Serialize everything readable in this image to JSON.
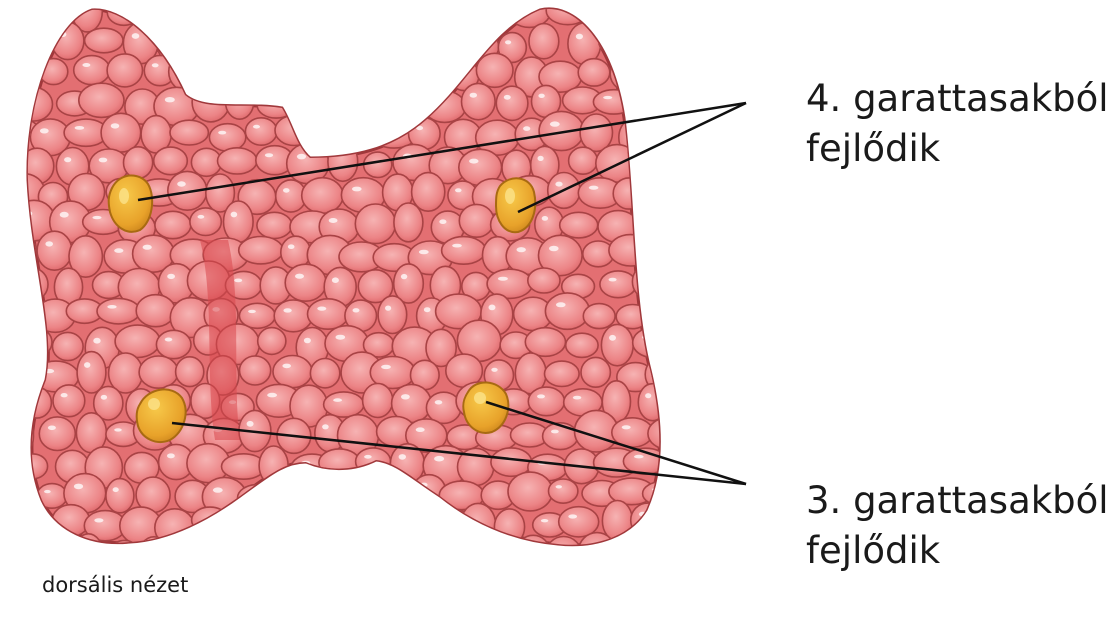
{
  "labels": {
    "upper": {
      "line1": "4. garattasakból",
      "line2": "fejlődik"
    },
    "lower": {
      "line1": "3. garattasakból",
      "line2": "fejlődik"
    }
  },
  "caption": "dorsális nézet",
  "colors": {
    "gland_fill": "#e36f72",
    "gland_outline": "#a0383b",
    "follicle_fill": "#ee8e90",
    "follicle_stroke": "#a84345",
    "parathyroid_fill": "#e8a22a",
    "parathyroid_stroke": "#a86a12",
    "leader_line": "#111111"
  }
}
